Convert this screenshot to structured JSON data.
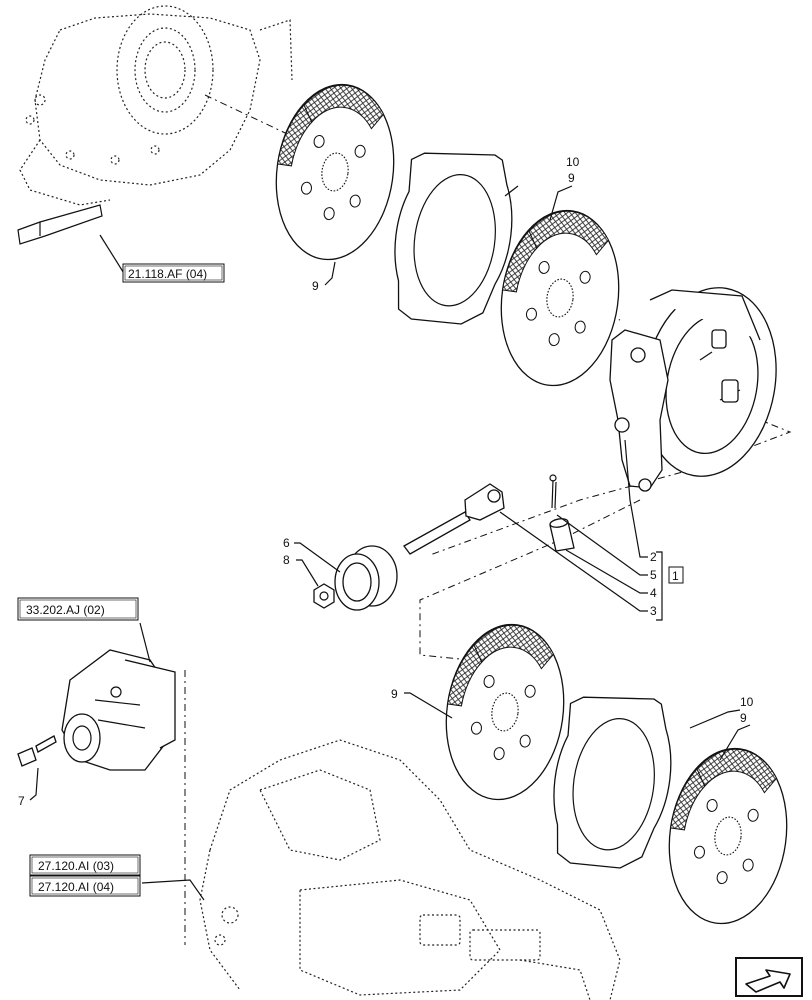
{
  "references": {
    "top": "21.118.AF (04)",
    "left": "33.202.AJ (02)",
    "bottom_1": "27.120.AI (03)",
    "bottom_2": "27.120.AI (04)"
  },
  "callouts": {
    "c9_top_left": "9",
    "c10_top": "10",
    "c9_top_right": "9",
    "c6": "6",
    "c8": "8",
    "c2": "2",
    "c5": "5",
    "c4": "4",
    "c3": "3",
    "group_box": "1",
    "c7": "7",
    "c9_bottom_left": "9",
    "c10_bottom": "10",
    "c9_bottom_right": "9"
  },
  "nav_icon": "next-page-arrow-icon"
}
